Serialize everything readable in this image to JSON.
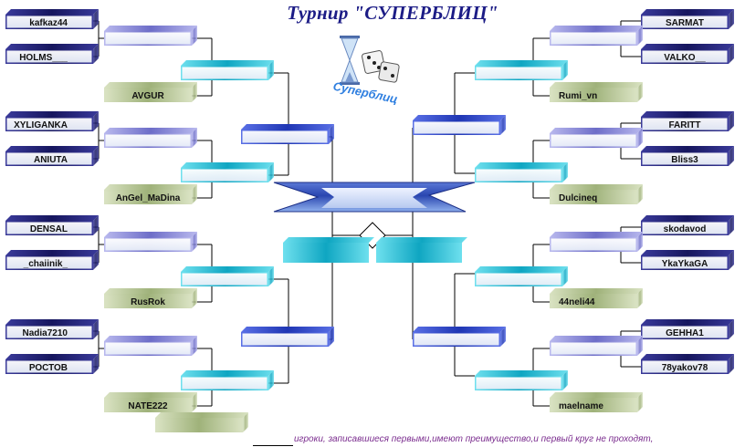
{
  "title": "Турнир \"СУПЕРБЛИЦ\"",
  "logo_text": "Суперблиц",
  "footer_text": "игроки, записавшиеся первыми,имеют преимущество,и первый круг не проходят,",
  "colors": {
    "navy": "#23236b",
    "lavender": "#8f8fd8",
    "cyan": "#24bcd4",
    "olive": "#b8c79a",
    "royal": "#2c44c6",
    "line": "#000000"
  },
  "players": {
    "left": [
      "kafkaz44",
      "HOLMS___",
      "AVGUR",
      "XYLIGANKA",
      "ANIUTA",
      "AnGel_MaDina",
      "DENSAL",
      "_chaiinik_",
      "RusRok",
      "Nadia7210",
      "РОСТОВ",
      "NATE222"
    ],
    "right": [
      "SARMAT",
      "VALKO__",
      "Rumi_vn",
      "FARITT",
      "Bliss3",
      "Dulcineq",
      "skodavod",
      "YkaYkaGA",
      "44neli44",
      "GEHHA1",
      "78yakov78",
      "maelname"
    ]
  }
}
